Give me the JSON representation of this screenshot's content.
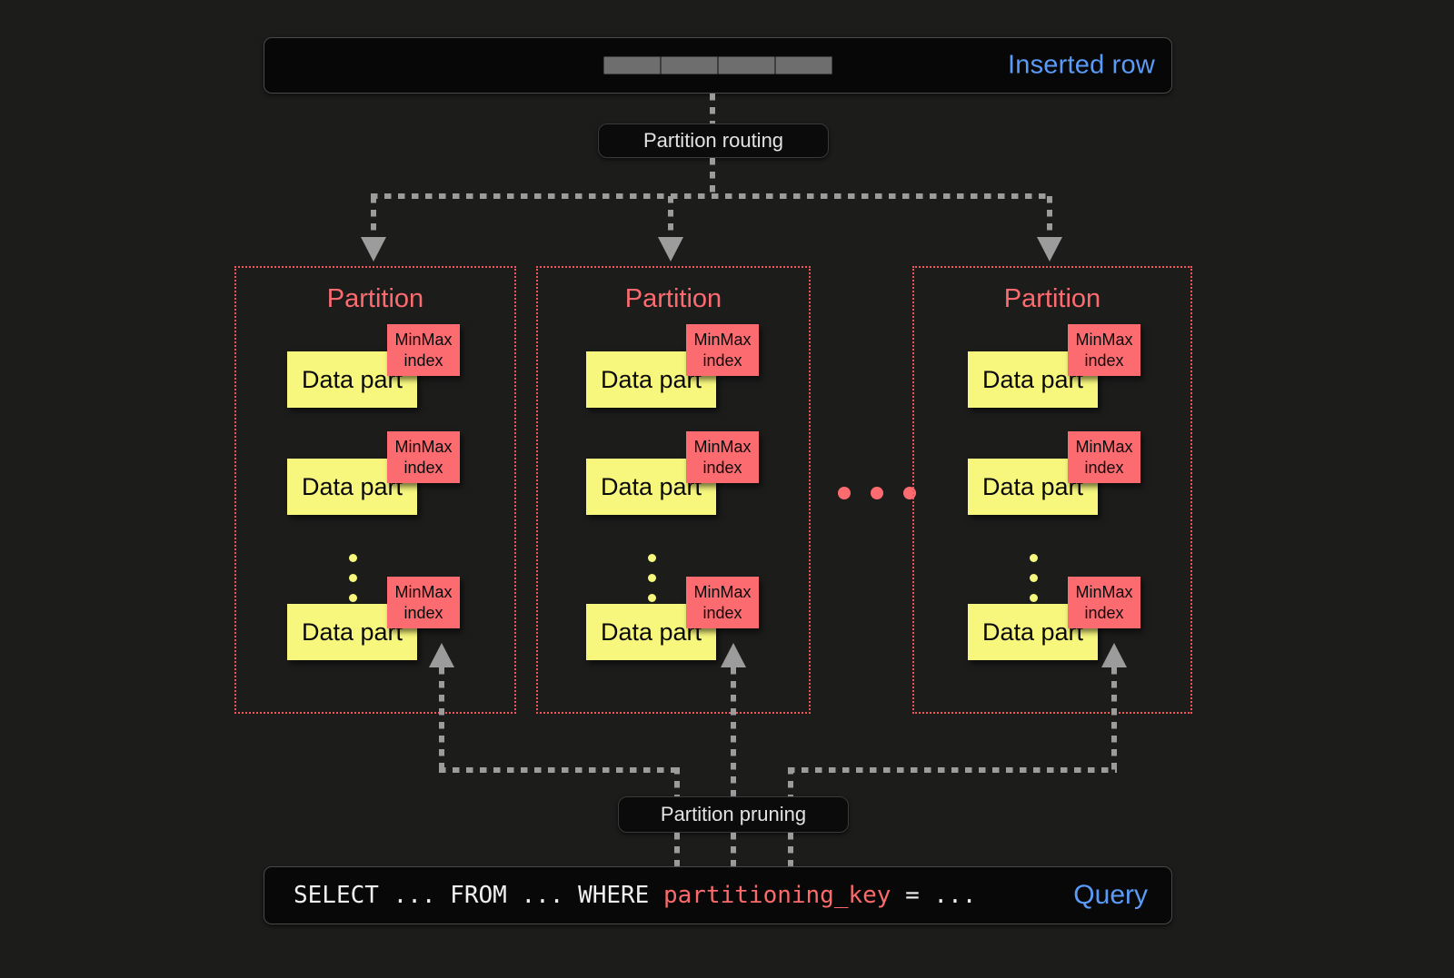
{
  "diagram": {
    "title": "Partitioning and partition pruning",
    "colors": {
      "background": "#1c1c1b",
      "accent_blue": "#5b9bf8",
      "partition_red": "#fb6b70",
      "data_part_yellow": "#f7f77e",
      "connector_gray": "#9c9c9c"
    }
  },
  "inserted_row": {
    "label": "Inserted row",
    "cells": [
      "",
      "",
      "",
      ""
    ],
    "cell_count": 4
  },
  "routing": {
    "label": "Partition routing"
  },
  "partitions": [
    {
      "title": "Partition",
      "parts": [
        {
          "data_label": "Data part",
          "index_line1": "MinMax",
          "index_line2": "index"
        },
        {
          "data_label": "Data part",
          "index_line1": "MinMax",
          "index_line2": "index"
        },
        {
          "data_label": "Data part",
          "index_line1": "MinMax",
          "index_line2": "index"
        }
      ],
      "ellipsis_dots": 3
    },
    {
      "title": "Partition",
      "parts": [
        {
          "data_label": "Data part",
          "index_line1": "MinMax",
          "index_line2": "index"
        },
        {
          "data_label": "Data part",
          "index_line1": "MinMax",
          "index_line2": "index"
        },
        {
          "data_label": "Data part",
          "index_line1": "MinMax",
          "index_line2": "index"
        }
      ],
      "ellipsis_dots": 3
    },
    {
      "title": "Partition",
      "parts": [
        {
          "data_label": "Data part",
          "index_line1": "MinMax",
          "index_line2": "index"
        },
        {
          "data_label": "Data part",
          "index_line1": "MinMax",
          "index_line2": "index"
        },
        {
          "data_label": "Data part",
          "index_line1": "MinMax",
          "index_line2": "index"
        }
      ],
      "ellipsis_dots": 3
    }
  ],
  "between_partitions_ellipsis": {
    "dots": 3
  },
  "pruning": {
    "label": "Partition pruning"
  },
  "query": {
    "prefix": "SELECT ... FROM ... WHERE ",
    "key": "partitioning_key",
    "suffix": " = ...",
    "label": "Query"
  }
}
